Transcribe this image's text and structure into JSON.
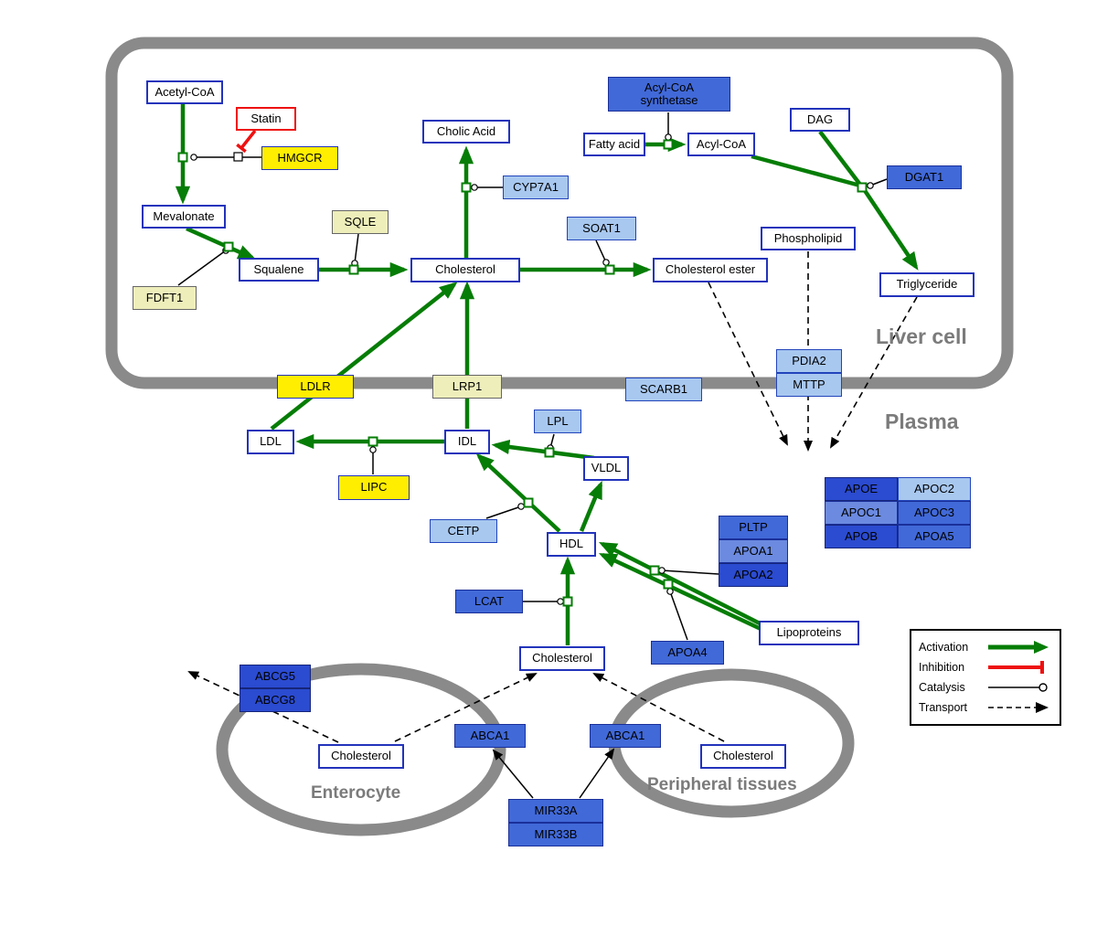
{
  "regions": {
    "liver_cell": {
      "label": "Liver cell"
    },
    "plasma": {
      "label": "Plasma"
    },
    "enterocyte": {
      "label": "Enterocyte"
    },
    "peripheral_tissues": {
      "label": "Peripheral tissues"
    }
  },
  "nodes": {
    "acetyl_coa": {
      "label": "Acetyl-CoA",
      "type": "metabolite"
    },
    "statin": {
      "label": "Statin",
      "type": "drug"
    },
    "hmgcr": {
      "label": "HMGCR",
      "type": "gene"
    },
    "mevalonate": {
      "label": "Mevalonate",
      "type": "metabolite"
    },
    "fdft1": {
      "label": "FDFT1",
      "type": "gene"
    },
    "squalene": {
      "label": "Squalene",
      "type": "metabolite"
    },
    "sqle": {
      "label": "SQLE",
      "type": "gene"
    },
    "cholesterol_liver": {
      "label": "Cholesterol",
      "type": "metabolite"
    },
    "cholic_acid": {
      "label": "Cholic Acid",
      "type": "metabolite"
    },
    "cyp7a1": {
      "label": "CYP7A1",
      "type": "gene"
    },
    "soat1": {
      "label": "SOAT1",
      "type": "gene"
    },
    "cholesterol_ester": {
      "label": "Cholesterol ester",
      "type": "metabolite"
    },
    "acyl_coa_synthetase": {
      "label": "Acyl-CoA synthetase",
      "type": "gene"
    },
    "fatty_acid": {
      "label": "Fatty acid",
      "type": "metabolite"
    },
    "acyl_coa": {
      "label": "Acyl-CoA",
      "type": "metabolite"
    },
    "dag": {
      "label": "DAG",
      "type": "metabolite"
    },
    "dgat1": {
      "label": "DGAT1",
      "type": "gene"
    },
    "phospholipid": {
      "label": "Phospholipid",
      "type": "metabolite"
    },
    "triglyceride": {
      "label": "Triglyceride",
      "type": "metabolite"
    },
    "ldlr": {
      "label": "LDLR",
      "type": "gene"
    },
    "lrp1": {
      "label": "LRP1",
      "type": "gene"
    },
    "scarb1": {
      "label": "SCARB1",
      "type": "gene"
    },
    "pdia2": {
      "label": "PDIA2",
      "type": "gene"
    },
    "mttp": {
      "label": "MTTP",
      "type": "gene"
    },
    "ldl": {
      "label": "LDL",
      "type": "metabolite"
    },
    "idl": {
      "label": "IDL",
      "type": "metabolite"
    },
    "lpl": {
      "label": "LPL",
      "type": "gene"
    },
    "vldl": {
      "label": "VLDL",
      "type": "metabolite"
    },
    "lipc": {
      "label": "LIPC",
      "type": "gene"
    },
    "cetp": {
      "label": "CETP",
      "type": "gene"
    },
    "hdl": {
      "label": "HDL",
      "type": "metabolite"
    },
    "lcat": {
      "label": "LCAT",
      "type": "gene"
    },
    "pltp": {
      "label": "PLTP",
      "type": "gene"
    },
    "apoa1": {
      "label": "APOA1",
      "type": "gene"
    },
    "apoa2": {
      "label": "APOA2",
      "type": "gene"
    },
    "apoa4": {
      "label": "APOA4",
      "type": "gene"
    },
    "lipoproteins": {
      "label": "Lipoproteins",
      "type": "metabolite"
    },
    "apoe": {
      "label": "APOE",
      "type": "gene"
    },
    "apoc2": {
      "label": "APOC2",
      "type": "gene"
    },
    "apoc1": {
      "label": "APOC1",
      "type": "gene"
    },
    "apoc3": {
      "label": "APOC3",
      "type": "gene"
    },
    "apob": {
      "label": "APOB",
      "type": "gene"
    },
    "apoa5": {
      "label": "APOA5",
      "type": "gene"
    },
    "cholesterol_plasma": {
      "label": "Cholesterol",
      "type": "metabolite"
    },
    "abcg5": {
      "label": "ABCG5",
      "type": "gene"
    },
    "abcg8": {
      "label": "ABCG8",
      "type": "gene"
    },
    "cholesterol_enterocyte": {
      "label": "Cholesterol",
      "type": "metabolite"
    },
    "abca1_enterocyte": {
      "label": "ABCA1",
      "type": "gene"
    },
    "abca1_peripheral": {
      "label": "ABCA1",
      "type": "gene"
    },
    "cholesterol_peripheral": {
      "label": "Cholesterol",
      "type": "metabolite"
    },
    "mir33a": {
      "label": "MIR33A",
      "type": "gene"
    },
    "mir33b": {
      "label": "MIR33B",
      "type": "gene"
    }
  },
  "edges": [
    {
      "from": "Acetyl-CoA",
      "to": "Mevalonate",
      "type": "activation",
      "catalyst": "HMGCR"
    },
    {
      "from": "Statin",
      "to": "HMGCR catalysis",
      "type": "inhibition"
    },
    {
      "from": "Mevalonate",
      "to": "Squalene",
      "type": "activation",
      "catalyst": "FDFT1"
    },
    {
      "from": "Squalene",
      "to": "Cholesterol",
      "type": "activation",
      "catalyst": "SQLE"
    },
    {
      "from": "Cholesterol",
      "to": "Cholic Acid",
      "type": "activation",
      "catalyst": "CYP7A1"
    },
    {
      "from": "Cholesterol",
      "to": "Cholesterol ester",
      "type": "activation",
      "catalyst": "SOAT1"
    },
    {
      "from": "Fatty acid",
      "to": "Acyl-CoA",
      "type": "activation",
      "catalyst": "Acyl-CoA synthetase"
    },
    {
      "from": "Acyl-CoA + DAG",
      "to": "Triglyceride",
      "type": "activation",
      "catalyst": "DGAT1"
    },
    {
      "from": "LDL",
      "to": "Cholesterol (liver)",
      "type": "activation",
      "via": "LDLR"
    },
    {
      "from": "IDL",
      "to": "Cholesterol (liver)",
      "type": "activation",
      "via": "LRP1"
    },
    {
      "from": "IDL",
      "to": "LDL",
      "type": "activation",
      "catalyst": "LIPC"
    },
    {
      "from": "VLDL",
      "to": "IDL",
      "type": "activation",
      "catalyst": "LPL"
    },
    {
      "from": "HDL",
      "to": "IDL",
      "type": "activation",
      "catalyst": "CETP"
    },
    {
      "from": "HDL",
      "to": "VLDL",
      "type": "activation"
    },
    {
      "from": "Cholesterol (plasma)",
      "to": "HDL",
      "type": "activation",
      "catalyst": "LCAT"
    },
    {
      "from": "Lipoproteins",
      "to": "HDL",
      "type": "activation",
      "catalyst": "PLTP / APOA1 / APOA2"
    },
    {
      "from": "Lipoproteins",
      "to": "HDL",
      "type": "activation",
      "catalyst": "APOA4"
    },
    {
      "from": "MIR33A / MIR33B",
      "to": "ABCA1 (both)",
      "type": "regulation"
    },
    {
      "from": "Cholesterol ester",
      "to": "Plasma",
      "type": "transport"
    },
    {
      "from": "Phospholipid",
      "to": "Plasma",
      "type": "transport",
      "via": "PDIA2 / MTTP"
    },
    {
      "from": "Triglyceride",
      "to": "Plasma",
      "type": "transport"
    },
    {
      "from": "Cholesterol (enterocyte)",
      "to": "out of enterocyte",
      "type": "transport",
      "via": "ABCG5 / ABCG8"
    },
    {
      "from": "Cholesterol (enterocyte)",
      "to": "Cholesterol (plasma)",
      "type": "transport",
      "via": "ABCA1"
    },
    {
      "from": "Cholesterol (peripheral tissues)",
      "to": "Cholesterol (plasma)",
      "type": "transport",
      "via": "ABCA1"
    }
  ],
  "legend": {
    "items": [
      {
        "label": "Activation",
        "type": "activation"
      },
      {
        "label": "Inhibition",
        "type": "inhibition"
      },
      {
        "label": "Catalysis",
        "type": "catalysis"
      },
      {
        "label": "Transport",
        "type": "transport"
      }
    ]
  },
  "palette": {
    "membrane": "#8a8a8a",
    "activation": "#067d06",
    "inhibition": "#ee1111",
    "catalysis": "#000000",
    "transport": "#000000",
    "entity_border": "#2233bb",
    "drug_border": "#ee1111",
    "gene_yellow": "#ffee00",
    "gene_pale_yellow": "#eeeebb",
    "gene_light_blue": "#a8c8f0",
    "gene_blue": "#4169d8",
    "gene_blue_light": "#6b8ae0",
    "gene_dark_blue": "#2b4bd0",
    "region_label": "#7b7b7b"
  }
}
